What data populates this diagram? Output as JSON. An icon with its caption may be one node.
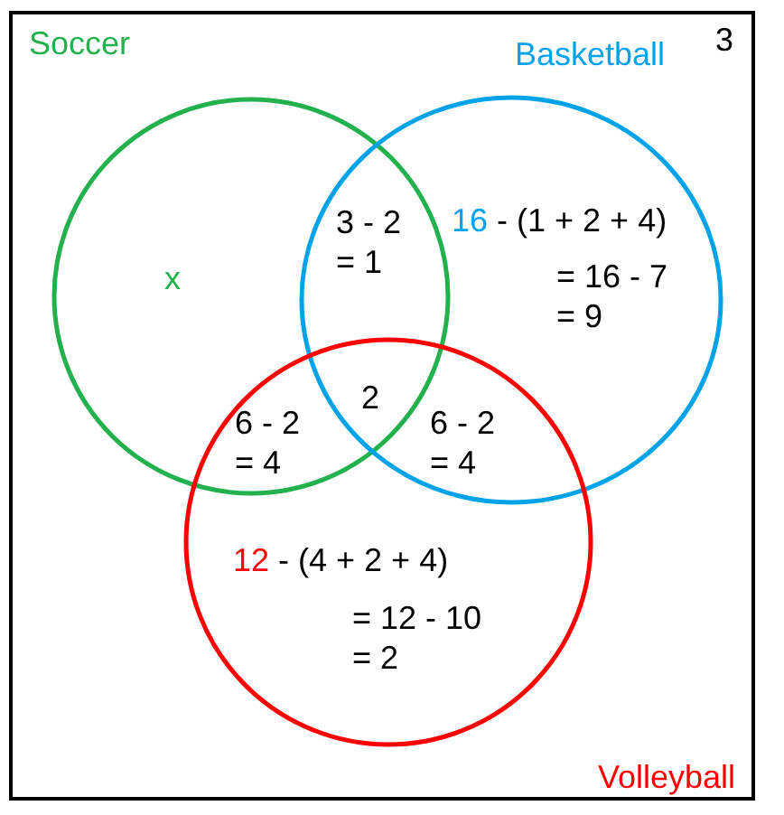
{
  "diagram": {
    "nodes": [
      {
        "text": [
          "3"
        ]
      },
      {
        "text": [
          "Soccer",
          "x"
        ],
        "in": 0
      },
      {
        "text": [
          "Basketball",
          "16 - (1 + 2 + 4)",
          "= 16 - 7 = 9"
        ],
        "in": 0
      },
      {
        "text": [
          "Volleyball",
          "12 - (4 + 2 + 4)",
          "= 12 - 10 = 2"
        ],
        "in": 0
      }
    ],
    "labels": [
      "3 - 2 = 1",
      "2",
      "6 - 2 = 4",
      "6 - 2 = 4"
    ]
  }
}
